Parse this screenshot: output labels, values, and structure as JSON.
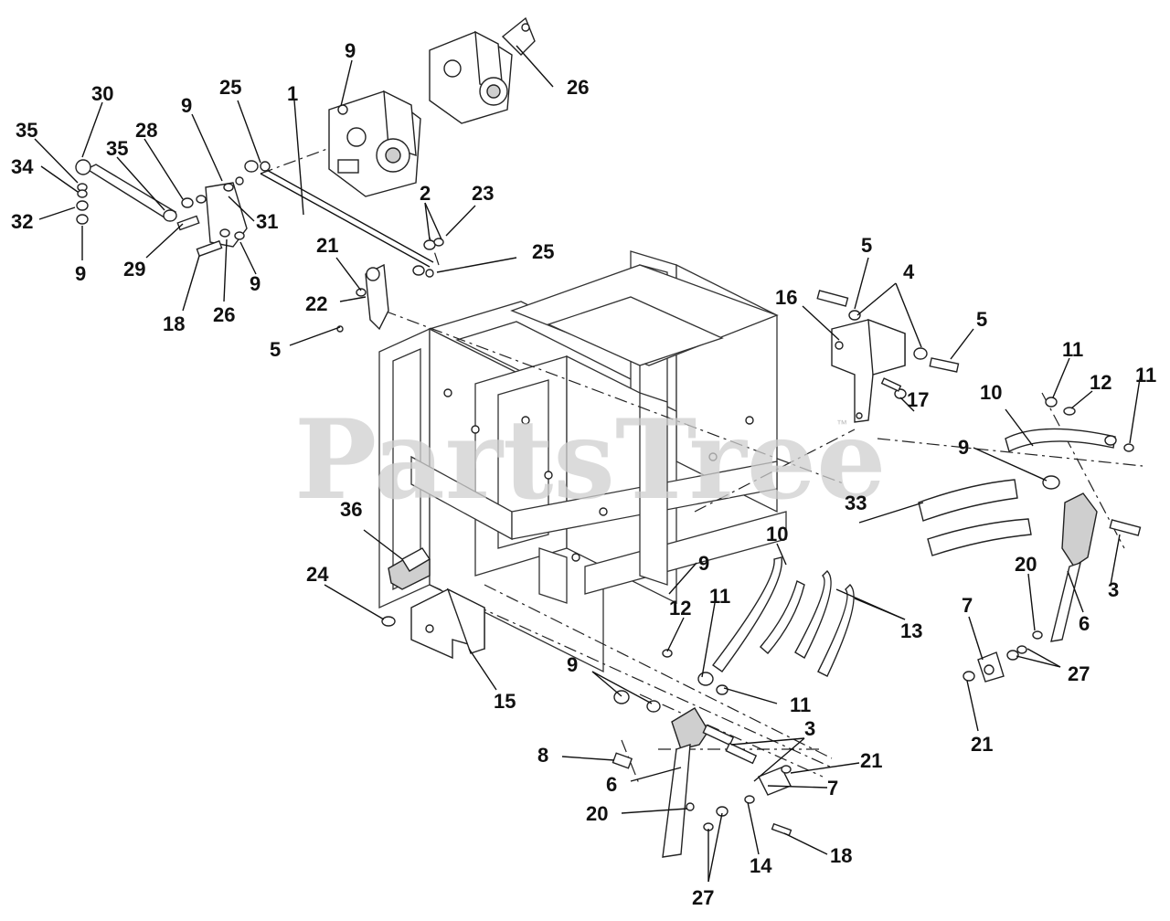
{
  "watermark": {
    "text": "PartsTree",
    "trademark": "™"
  },
  "callouts": {
    "c1": "1",
    "c2": "2",
    "c3a": "3",
    "c3b": "3",
    "c4": "4",
    "c5a": "5",
    "c5b": "5",
    "c5c": "5",
    "c6a": "6",
    "c6b": "6",
    "c7a": "7",
    "c7b": "7",
    "c8": "8",
    "c9a": "9",
    "c9b": "9",
    "c9c": "9",
    "c9d": "9",
    "c9e": "9",
    "c9f": "9",
    "c9g": "9",
    "c10a": "10",
    "c10b": "10",
    "c11a": "11",
    "c11b": "11",
    "c11c": "11",
    "c11d": "11",
    "c12a": "12",
    "c12b": "12",
    "c13": "13",
    "c14": "14",
    "c15": "15",
    "c16": "16",
    "c17": "17",
    "c18a": "18",
    "c18b": "18",
    "c20a": "20",
    "c20b": "20",
    "c21a": "21",
    "c21b": "21",
    "c21c": "21",
    "c22": "22",
    "c23": "23",
    "c24": "24",
    "c25a": "25",
    "c25b": "25",
    "c26a": "26",
    "c26b": "26",
    "c27a": "27",
    "c27b": "27",
    "c28": "28",
    "c29": "29",
    "c30": "30",
    "c31": "31",
    "c32": "32",
    "c33": "33",
    "c34": "34",
    "c35a": "35",
    "c35b": "35",
    "c36": "36"
  }
}
